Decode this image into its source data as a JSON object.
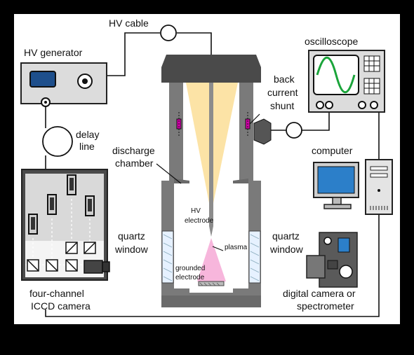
{
  "labels": {
    "hv_cable": "HV cable",
    "hv_generator": "HV generator",
    "delay_line_1": "delay",
    "delay_line_2": "line",
    "oscilloscope": "oscilloscope",
    "back_1": "back",
    "back_2": "current",
    "back_3": "shunt",
    "discharge_1": "discharge",
    "discharge_2": "chamber",
    "computer": "computer",
    "hv_electrode_1": "HV",
    "hv_electrode_2": "electrode",
    "quartz_left_1": "quartz",
    "quartz_left_2": "window",
    "quartz_right_1": "quartz",
    "quartz_right_2": "window",
    "plasma": "plasma",
    "grounded_1": "grounded",
    "grounded_2": "electrode",
    "iccd_1": "four-channel",
    "iccd_2": "ICCD camera",
    "camera_1": "digital camera or",
    "camera_2": "spectrometer"
  },
  "colors": {
    "dark_gray": "#4a4a4a",
    "mid_gray": "#7a7a7a",
    "light_gray": "#d9d9d9",
    "electrode_yellow": "#fce3a6",
    "plasma_pink": "#f7b6dc",
    "screen_blue": "#2c7fc9",
    "magenta": "#d100a8",
    "green": "#1aa43a"
  }
}
